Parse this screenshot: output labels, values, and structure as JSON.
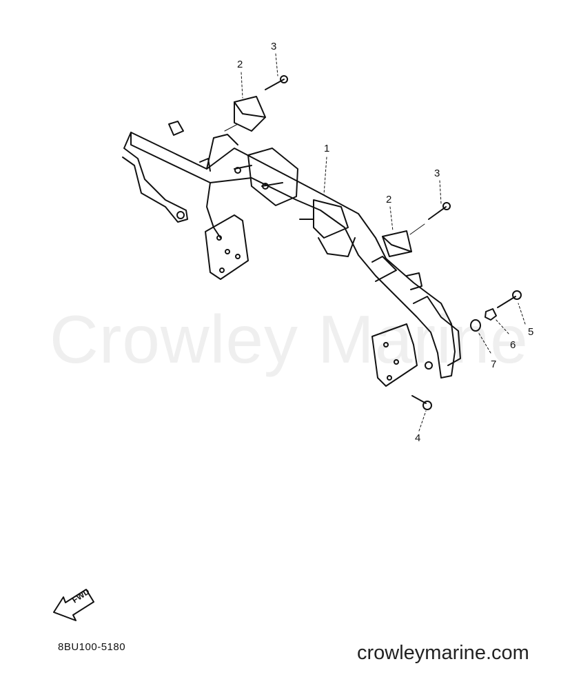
{
  "watermark": "Crowley Marine",
  "callouts": {
    "c1": "1",
    "c2a": "2",
    "c2b": "2",
    "c3a": "3",
    "c3b": "3",
    "c4": "4",
    "c5": "5",
    "c6": "6",
    "c7": "7"
  },
  "fwd_label": "FWD",
  "part_code": "8BU100-5180",
  "site_url": "crowleymarine.com",
  "colors": {
    "line": "#111111",
    "watermark": "#efefef",
    "background": "#ffffff"
  }
}
